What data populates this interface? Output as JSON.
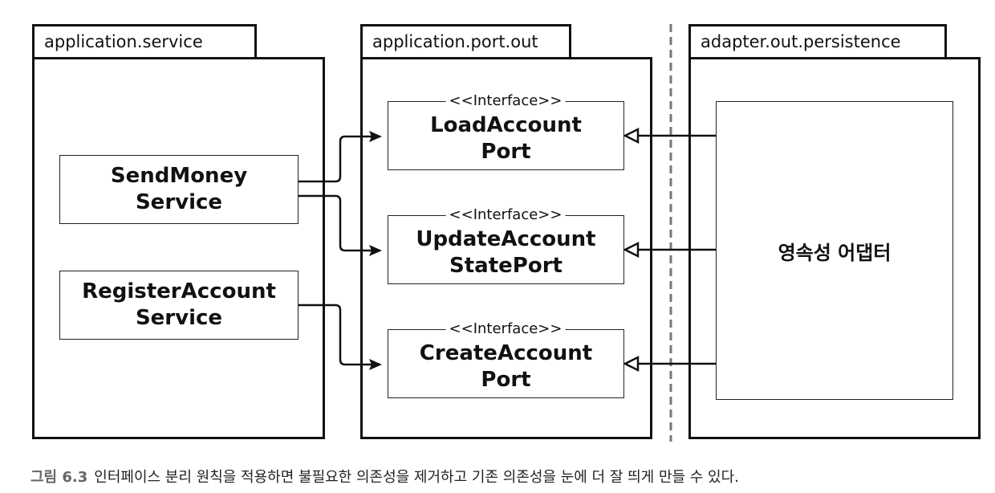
{
  "packages": {
    "service": {
      "label": "application.service"
    },
    "port_out": {
      "label": "application.port.out"
    },
    "persistence": {
      "label": "adapter.out.persistence"
    }
  },
  "services": {
    "send_money": "SendMoney\nService",
    "register_account": "RegisterAccount\nService"
  },
  "ports": {
    "stereotype": "<<Interface>>",
    "load_account": "LoadAccount\nPort",
    "update_account_state": "UpdateAccount\nStatePort",
    "create_account": "CreateAccount\nPort"
  },
  "adapter": {
    "label": "영속성 어댑터"
  },
  "caption": {
    "figure": "그림 6.3",
    "text": "인터페이스 분리 원칙을 적용하면 불필요한 의존성을 제거하고 기존 의존성을 눈에 더 잘 띄게 만들 수 있다."
  },
  "colors": {
    "line": "#111111",
    "boundary": "#777777"
  }
}
